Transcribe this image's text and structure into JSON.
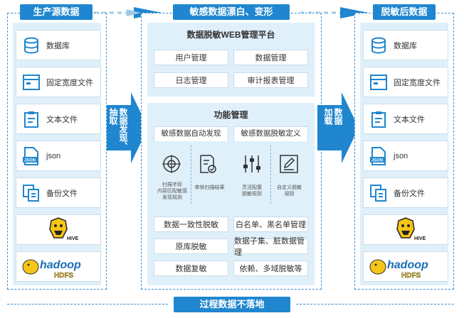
{
  "source": {
    "title": "生产源数据",
    "items": [
      {
        "label": "数据库",
        "icon": "database-icon"
      },
      {
        "label": "固定宽度文件",
        "icon": "window-icon"
      },
      {
        "label": "文本文件",
        "icon": "clipboard-icon"
      },
      {
        "label": "json",
        "icon": "json-file-icon"
      },
      {
        "label": "备份文件",
        "icon": "copy-icon"
      },
      {
        "label": "",
        "icon": "hive-logo"
      },
      {
        "label": "",
        "icon": "hadoop-hdfs-logo"
      }
    ]
  },
  "arrow_left": {
    "col1": "抽取",
    "col2": "数据发现、"
  },
  "middle": {
    "title": "敏感数据漂白、变形",
    "platform": {
      "title": "数据脱敏WEB管理平台",
      "buttons": [
        "用户管理",
        "数据管理",
        "日志管理",
        "审计报表管理"
      ]
    },
    "functions": {
      "title": "功能管理",
      "auto_discovery": {
        "title": "敏感数据自动发现",
        "item1": "扫描字段\n内容匹配敏感\n发现规则",
        "item2": "审核扫描结果"
      },
      "rule_define": {
        "title": "敏感数据脱敏定义",
        "item1": "灵活配置\n脱敏规则",
        "item2": "自定义脱敏\n规则"
      },
      "buttons": [
        "数据一致性脱敏",
        "白名单、黑名单管理",
        "原库脱敏",
        "数据子集、脏数据管理",
        "数据复敏",
        "依赖、多域脱敏等"
      ]
    }
  },
  "arrow_right": {
    "col1": "加载",
    "col2": "数据"
  },
  "target": {
    "title": "脱敏后数据",
    "items": [
      {
        "label": "数据库",
        "icon": "database-icon"
      },
      {
        "label": "固定宽度文件",
        "icon": "window-icon"
      },
      {
        "label": "文本文件",
        "icon": "clipboard-icon"
      },
      {
        "label": "json",
        "icon": "json-file-icon"
      },
      {
        "label": "备份文件",
        "icon": "copy-icon"
      },
      {
        "label": "",
        "icon": "hive-logo"
      },
      {
        "label": "",
        "icon": "hadoop-hdfs-logo"
      }
    ]
  },
  "footer": {
    "label": "过程数据不落地"
  },
  "colors": {
    "primary": "#1f86cf",
    "panel": "#dff0fb",
    "dashed": "#3b8fd6"
  },
  "logos": {
    "hive": "HIVE",
    "hadoop": "hadoop",
    "hdfs": "HDFS"
  }
}
